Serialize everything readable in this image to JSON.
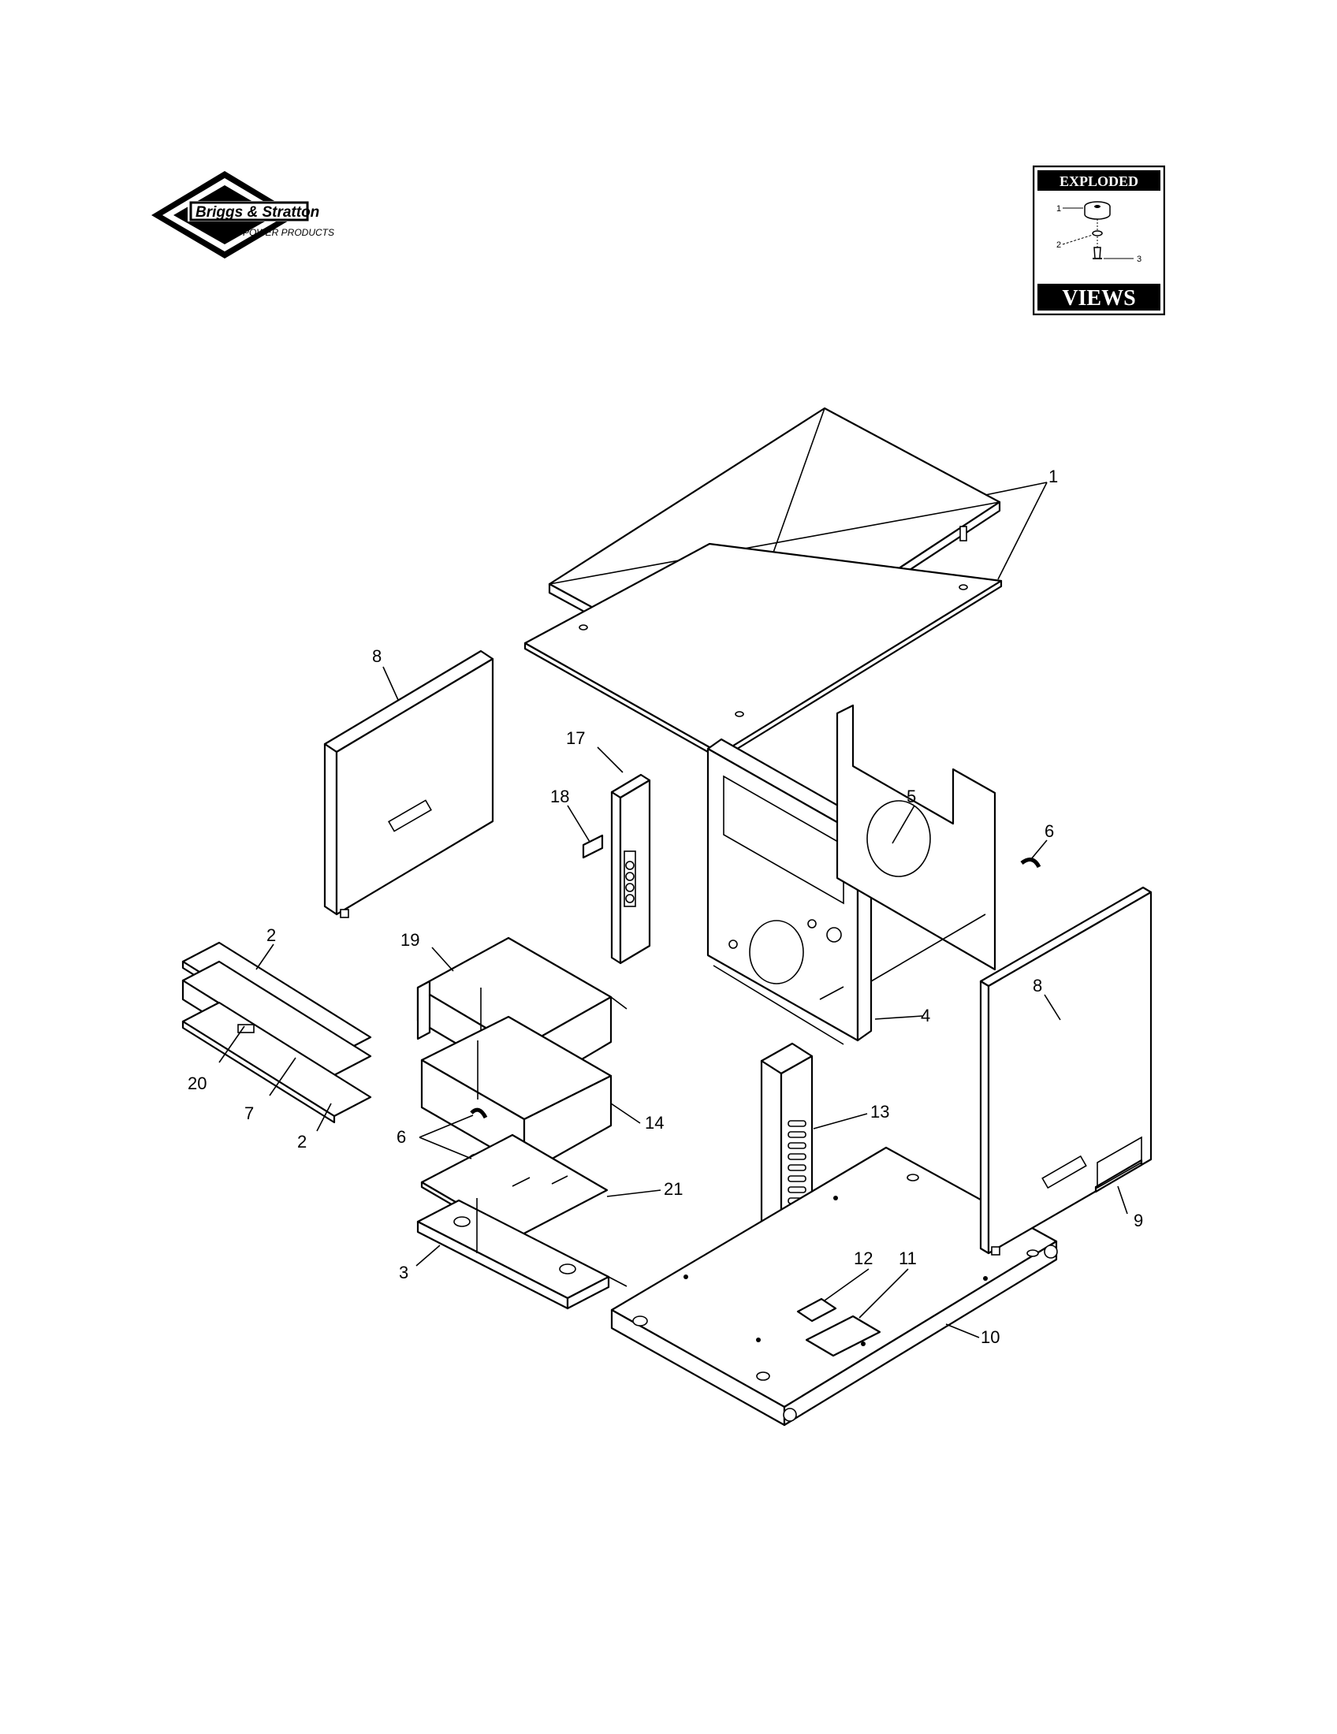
{
  "logo": {
    "brand": "Briggs & Stratton",
    "division": "POWER PRODUCTS"
  },
  "badge": {
    "top_word": "EXPLODED",
    "bottom_word": "VIEWS",
    "sample_numbers": [
      "1",
      "2",
      "3"
    ]
  },
  "callouts": [
    "1",
    "2",
    "2",
    "3",
    "4",
    "5",
    "6",
    "6",
    "7",
    "8",
    "8",
    "9",
    "10",
    "11",
    "12",
    "13",
    "14",
    "17",
    "18",
    "19",
    "20",
    "21"
  ],
  "colors": {
    "ink": "#000000",
    "paper": "#ffffff"
  }
}
